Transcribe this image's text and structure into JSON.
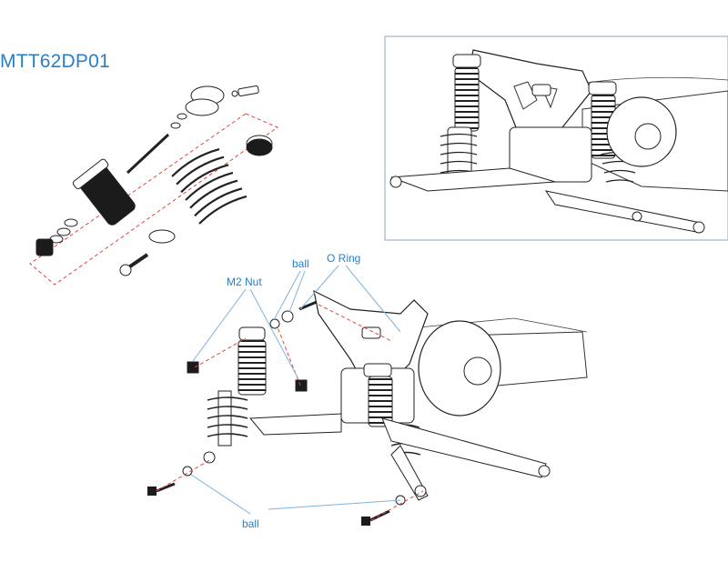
{
  "diagram": {
    "part_code": "MTT62DP01",
    "callouts": {
      "m2_nut": "M2 Nut",
      "ball_top": "ball",
      "o_ring": "O Ring",
      "ball_bottom": "ball"
    },
    "colors": {
      "callout_text": "#2a7fc4",
      "leader_line": "#7fb3dd",
      "dashed_guide": "#e0463c",
      "inset_border": "#9fb7cf",
      "line_art": "#1f1f1f"
    }
  }
}
